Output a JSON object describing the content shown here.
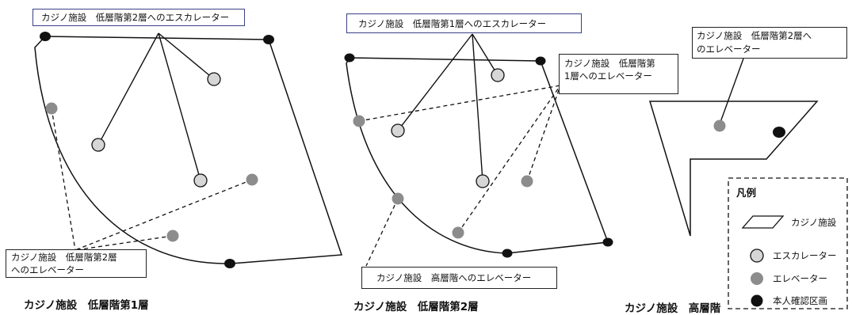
{
  "panel1": {
    "escalator_label": "カジノ施設　低層階第2層へのエスカレーター",
    "elevator_label_line1": "カジノ施設　低層階第2層",
    "elevator_label_line2": "へのエレベーター",
    "title": "カジノ施設　低層階第1層"
  },
  "panel2": {
    "escalator_label": "カジノ施設　低層階第1層へのエスカレーター",
    "elevator_label_line1": "カジノ施設　低層階第",
    "elevator_label_line2": "1層へのエレベーター",
    "highrise_label": "カジノ施設　高層階へのエレベーター",
    "title": "カジノ施設　低層階第2層"
  },
  "panel3": {
    "elevator_label_line1": "カジノ施設　低層階第2層へ",
    "elevator_label_line2": "のエレベーター",
    "title": "カジノ施設　高層階"
  },
  "legend": {
    "title": "凡例",
    "items": [
      {
        "label": "カジノ施設",
        "symbol": "parallelogram"
      },
      {
        "label": "エスカレーター",
        "symbol": "light-gray-circle",
        "color": "#d6d6d6"
      },
      {
        "label": "エレベーター",
        "symbol": "gray-circle",
        "color": "#8c8c8c"
      },
      {
        "label": "本人確認区画",
        "symbol": "black-circle",
        "color": "#111111"
      }
    ]
  }
}
